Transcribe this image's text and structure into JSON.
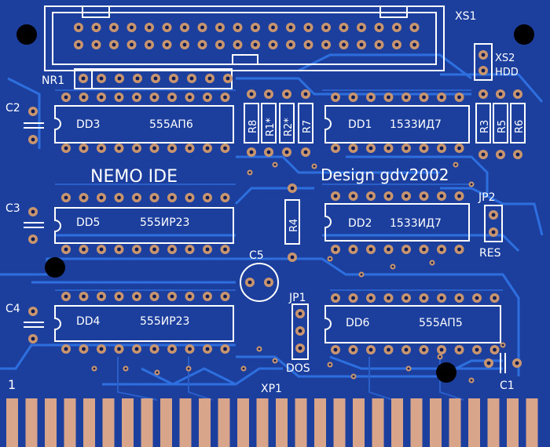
{
  "colors": {
    "board": "#1c3f9e",
    "copper_fill": "#1f4bb6",
    "trace": "#2e6fe0",
    "pad": "#c8956f",
    "pad_hole": "#0a1a55",
    "silkscreen": "#ffffff",
    "hole": "#000000",
    "edge_finger": "#d9a58a"
  },
  "texts": {
    "title": "NEMO IDE",
    "design": "Design gdv2002"
  },
  "labels": {
    "xs1": "XS1",
    "xs2": "XS2",
    "hdd": "HDD",
    "nr1": "NR1",
    "c1": "C1",
    "c2": "C2",
    "c3": "C3",
    "c4": "C4",
    "c5": "C5",
    "jp1": "JP1",
    "jp2": "JP2",
    "res": "RES",
    "dos": "DOS",
    "xp1": "XP1",
    "pin1": "1",
    "r1": "R1*",
    "r2": "R2*",
    "r3": "R3",
    "r4": "R4",
    "r5": "R5",
    "r6": "R6",
    "r7": "R7",
    "r8": "R8"
  },
  "chips": {
    "dd1": {
      "name": "DD1",
      "part": "1533ИД7"
    },
    "dd2": {
      "name": "DD2",
      "part": "1533ИД7"
    },
    "dd3": {
      "name": "DD3",
      "part": "555АП6"
    },
    "dd4": {
      "name": "DD4",
      "part": "555ИР23"
    },
    "dd5": {
      "name": "DD5",
      "part": "555ИР23"
    },
    "dd6": {
      "name": "DD6",
      "part": "555АП5"
    }
  }
}
